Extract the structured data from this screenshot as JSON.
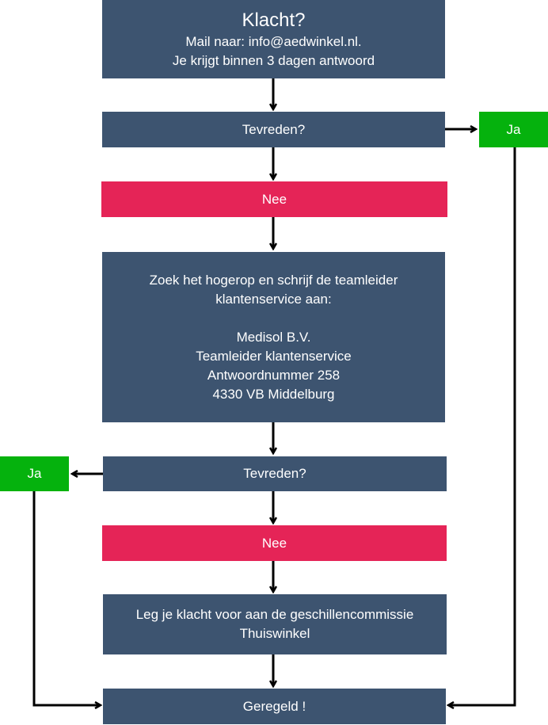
{
  "nodes": {
    "start": {
      "title": "Klacht?",
      "line1": "Mail naar: info@aedwinkel.nl.",
      "line2": "Je krijgt binnen 3 dagen antwoord"
    },
    "tevreden1": {
      "label": "Tevreden?"
    },
    "ja1": {
      "label": "Ja"
    },
    "nee1": {
      "label": "Nee"
    },
    "escalate": {
      "intro1": "Zoek het hogerop en schrijf de teamleider",
      "intro2": "klantenservice aan:",
      "address1": "Medisol B.V.",
      "address2": "Teamleider klantenservice",
      "address3": "Antwoordnummer 258",
      "address4": "4330 VB Middelburg"
    },
    "tevreden2": {
      "label": "Tevreden?"
    },
    "ja2": {
      "label": "Ja"
    },
    "nee2": {
      "label": "Nee"
    },
    "commissie": {
      "line1": "Leg je klacht voor aan de geschillencommissie",
      "line2": "Thuiswinkel"
    },
    "end": {
      "label": "Geregeld !"
    }
  },
  "colors": {
    "process": "#3d5470",
    "negative": "#e52457",
    "positive": "#05b20d",
    "text": "#ffffff",
    "connector": "#000000"
  }
}
